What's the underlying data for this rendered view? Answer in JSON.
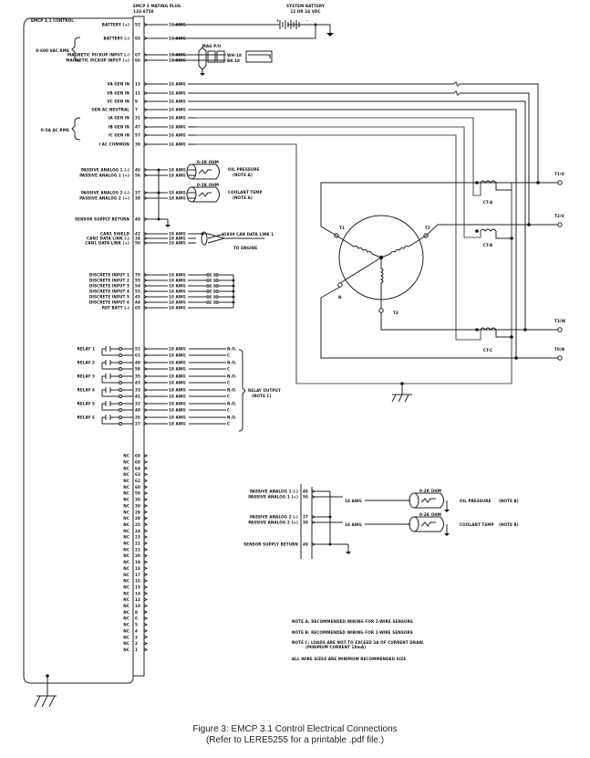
{
  "control": {
    "title": "EMCP 3.1 CONTROL",
    "plug_title": "EMCP 3 MATING PLUG",
    "plug_part": "133-8750"
  },
  "battery": {
    "title": "SYSTEM BATTERY",
    "subtitle": "12 OR 24 VDC",
    "plus": "+",
    "minus": "-"
  },
  "mag_pu": {
    "label": "MAG P/U",
    "wire1": "WH-18",
    "wire2": "BK-18"
  },
  "groups": {
    "vac": "0-600 VAC RMS",
    "aac": "0-5A AC RMS"
  },
  "pins": [
    {
      "label": "BATTERY (+)",
      "pin": "52",
      "awg": "16 AWG"
    },
    {
      "label": "BATTERY (-)",
      "pin": "65",
      "awg": "16 AWG"
    },
    {
      "label": "MAGNETIC PICKUP INPUT (-)",
      "pin": "67",
      "awg": "18 AWG"
    },
    {
      "label": "MAGNETIC PICKUP INPUT (+)",
      "pin": "66",
      "awg": "18 AWG"
    },
    {
      "label": "VA GEN IN",
      "pin": "13",
      "awg": "16 AWG"
    },
    {
      "label": "VB GEN IN",
      "pin": "11",
      "awg": "16 AWG"
    },
    {
      "label": "VC GEN IN",
      "pin": "9",
      "awg": "16 AWG"
    },
    {
      "label": "GEN AC NEUTRAL",
      "pin": "7",
      "awg": "16 AWG"
    },
    {
      "label": "IA GEN IN",
      "pin": "31",
      "awg": "16 AWG"
    },
    {
      "label": "IB GEN IN",
      "pin": "47",
      "awg": "16 AWG"
    },
    {
      "label": "IC GEN IN",
      "pin": "57",
      "awg": "16 AWG"
    },
    {
      "label": "I AC COMMON",
      "pin": "39",
      "awg": "16 AWG"
    },
    {
      "label": "PASSIVE ANALOG 1 (-)",
      "pin": "46",
      "awg": "18 AWG"
    },
    {
      "label": "PASSIVE ANALOG 1 (+)",
      "pin": "56",
      "awg": "18 AWG"
    },
    {
      "label": "PASSIVE ANALOG 2 (-)",
      "pin": "37",
      "awg": "18 AWG"
    },
    {
      "label": "PASSIVE ANALOG 2 (+)",
      "pin": "38",
      "awg": "18 AWG"
    },
    {
      "label": "SENSOR SUPPLY RETURN",
      "pin": "49",
      "awg": ""
    },
    {
      "label": "CAN1 SHIELD",
      "pin": "42",
      "awg": "19 AWG"
    },
    {
      "label": "CAN1 DATA LINK (-)",
      "pin": "34",
      "awg": "19 AWG"
    },
    {
      "label": "CAN1 DATA LINK (+)",
      "pin": "50",
      "awg": "19 AWG"
    },
    {
      "label": "DISCRETE INPUT 1",
      "pin": "70",
      "awg": "18 AWG"
    },
    {
      "label": "DISCRETE INPUT 2",
      "pin": "55",
      "awg": "18 AWG"
    },
    {
      "label": "DISCRETE INPUT 3",
      "pin": "54",
      "awg": "18 AWG"
    },
    {
      "label": "DISCRETE INPUT 4",
      "pin": "53",
      "awg": "18 AWG"
    },
    {
      "label": "DISCRETE INPUT 5",
      "pin": "45",
      "awg": "18 AWG"
    },
    {
      "label": "DISCRETE INPUT 6",
      "pin": "44",
      "awg": "18 AWG"
    },
    {
      "label": "REF BATT (-)",
      "pin": "65",
      "awg": "18 AWG"
    }
  ],
  "sensors": {
    "ohm": "0-2K OHM",
    "oil": "OIL PRESSURE",
    "oil_note": "(NOTE A)",
    "coolant": "COOLANT TEMP",
    "coolant_note": "(NOTE A)",
    "can_label": "J1939 CAN DATA LINK 1",
    "to_engine": "TO ENGINE"
  },
  "relays": [
    {
      "label": "RELAY 1",
      "pins": [
        "51",
        "61"
      ],
      "contacts": [
        "N.O.",
        "C"
      ]
    },
    {
      "label": "RELAY 2",
      "pins": [
        "48",
        "58"
      ],
      "contacts": [
        "N.O.",
        "C"
      ]
    },
    {
      "label": "RELAY 3",
      "pins": [
        "35",
        "43"
      ],
      "contacts": [
        "N.O.",
        "C"
      ]
    },
    {
      "label": "RELAY 4",
      "pins": [
        "33",
        "41"
      ],
      "contacts": [
        "N.O.",
        "C"
      ]
    },
    {
      "label": "RELAY 5",
      "pins": [
        "32",
        "40"
      ],
      "contacts": [
        "N.O.",
        "C"
      ]
    },
    {
      "label": "RELAY 6",
      "pins": [
        "26",
        "27"
      ],
      "contacts": [
        "N.O.",
        "C"
      ]
    }
  ],
  "relay_awg": "18 AWG",
  "relay_output": "RELAY OUTPUT",
  "relay_note": "(NOTE C)",
  "nc_label": "NC",
  "nc_pins": [
    "69",
    "68",
    "64",
    "63",
    "62",
    "60",
    "59",
    "36",
    "30",
    "29",
    "28",
    "25",
    "24",
    "23",
    "22",
    "21",
    "20",
    "19",
    "18",
    "17",
    "16",
    "15",
    "14",
    "12",
    "10",
    "8",
    "6",
    "5",
    "4",
    "3",
    "2",
    "1"
  ],
  "generator": {
    "t1": "T1",
    "t2": "T2",
    "t3": "T3",
    "n": "N",
    "ct_a": "CT-A",
    "ct_b": "CT-B",
    "ct_c": "CT-C",
    "out1": "T1/U",
    "out2": "T2/V",
    "out3": "T3/W",
    "out0": "T0/N"
  },
  "alt_wiring": {
    "pins": [
      {
        "label": "PASSIVE ANALOG 1 (-)",
        "pin": "46"
      },
      {
        "label": "PASSIVE ANALOG 1 (+)",
        "pin": "56"
      },
      {
        "label": "PASSIVE ANALOG 2 (-)",
        "pin": "37"
      },
      {
        "label": "PASSIVE ANALOG 2 (+)",
        "pin": "38"
      },
      {
        "label": "SENSOR SUPPLY RETURN",
        "pin": "49"
      }
    ],
    "awg": "18 AWG",
    "ohm": "0-2K OHM",
    "oil": "OIL PRESSURE",
    "oil_note": "(NOTE B)",
    "coolant": "COOLANT TEMP",
    "coolant_note": "(NOTE B)"
  },
  "notes": [
    "NOTE A: RECOMMENDED WIRING FOR 2-WIRE SENSORS",
    "NOTE B: RECOMMENDED WIRING FOR 1-WIRE SENSORS",
    "NOTE C: LOADS ARE NOT TO EXCEED 2A OF CURRENT DRAW.",
    "(MINIMUM CURRENT 10mA)",
    "ALL WIRE SIZES ARE MINIMUM RECOMMENDED SIZE"
  ],
  "caption": {
    "line1": "Figure 3: EMCP 3.1 Control Electrical Connections",
    "line2": "(Refer to LERE5255 for a printable .pdf file.)"
  }
}
